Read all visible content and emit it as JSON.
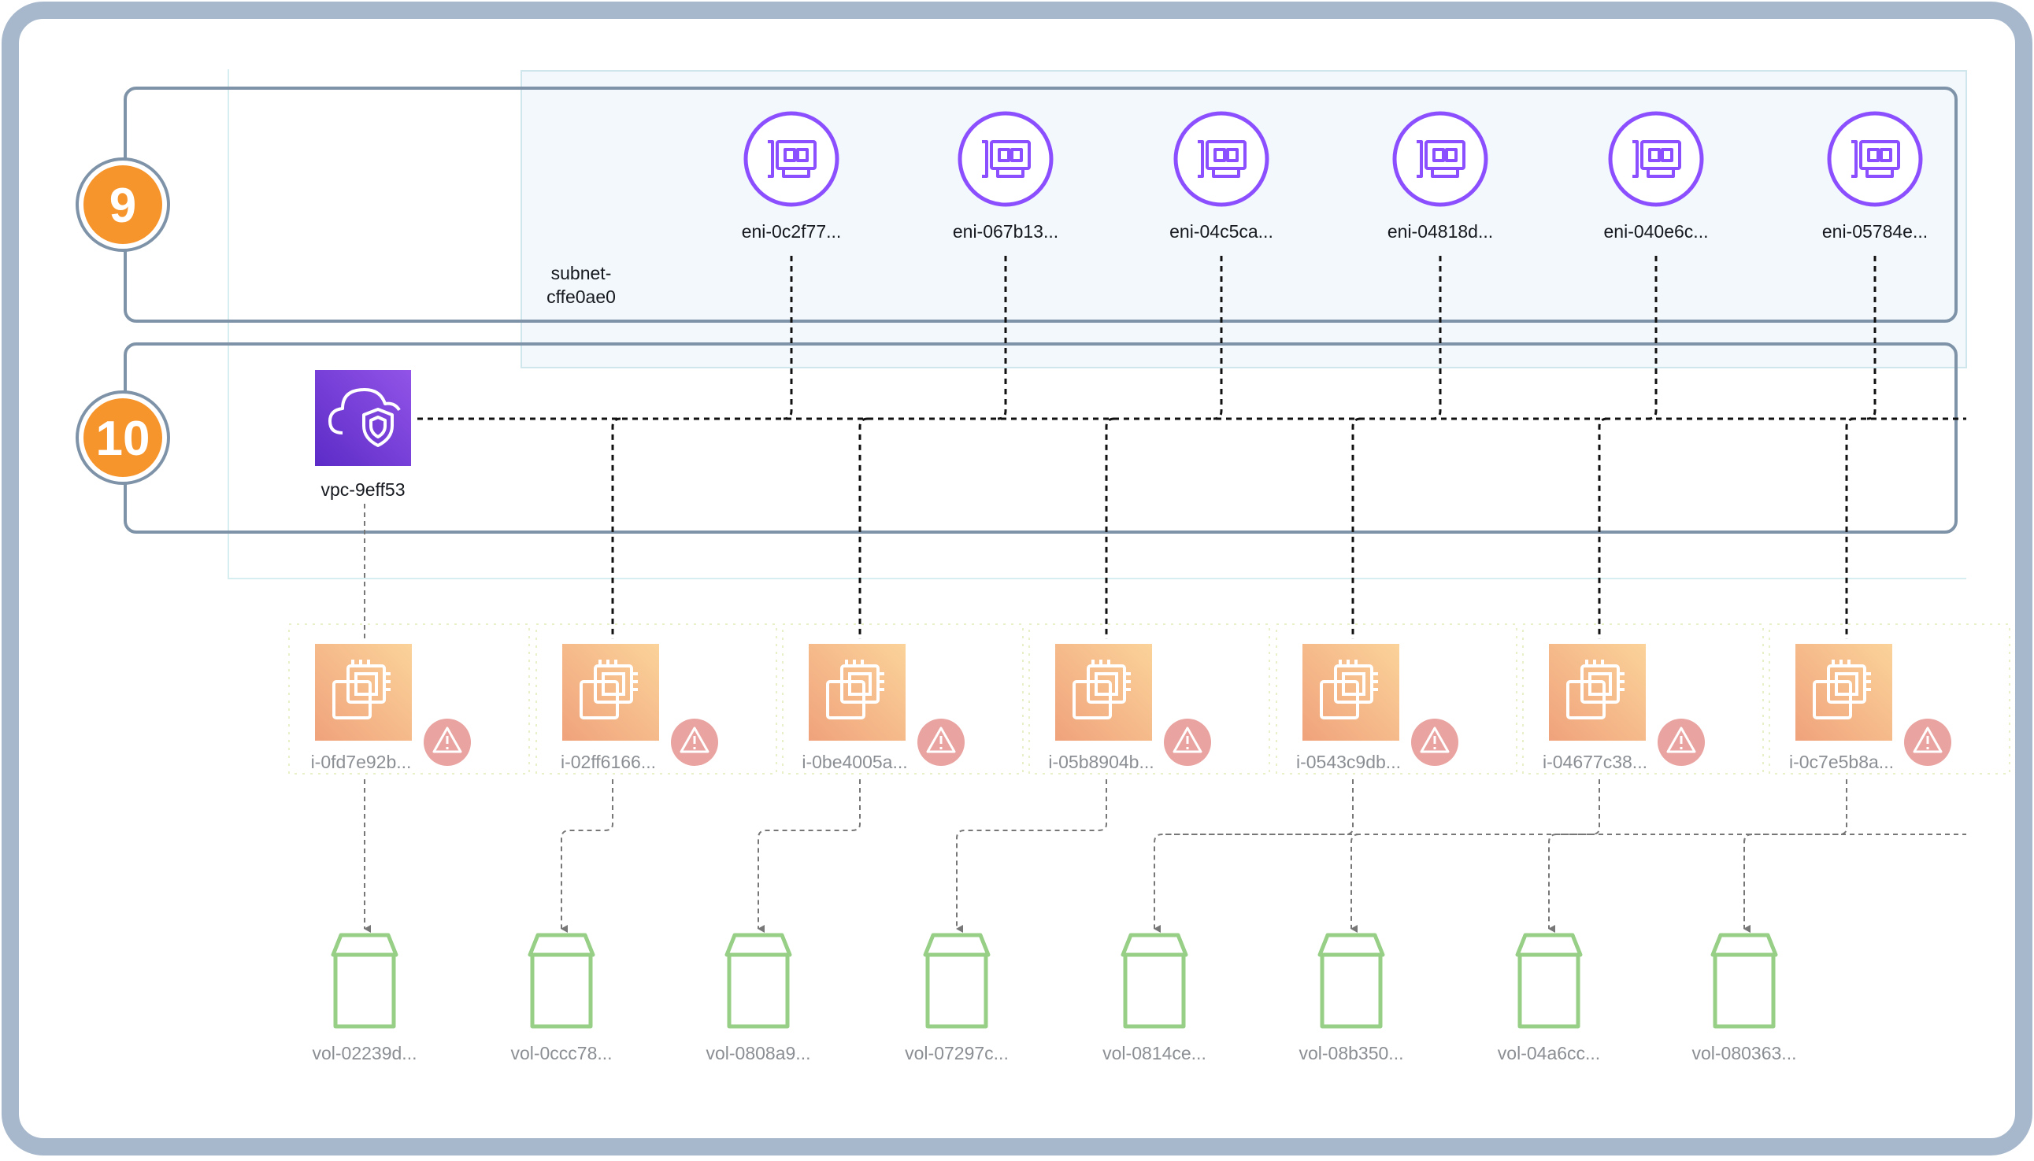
{
  "colors": {
    "frame": "#a7b8cc",
    "group_border": "#7f93a8",
    "subnet_fill": "#f2f8fb",
    "subnet_border": "#cfe6ec",
    "vpc_area_border": "#d6eef0",
    "badge_orange": "#f7952d",
    "eni_purple": "#8c4fff",
    "vpc_icon_top": "#9254e8",
    "vpc_icon_bottom": "#5c2bc7",
    "ec2_light": "#fbd39a",
    "ec2_dark": "#f0a27b",
    "warning_pink": "#e9a3a0",
    "volume_green": "#96cf85",
    "text_dark": "#16191f",
    "text_muted": "#8b8f94"
  },
  "steps": [
    {
      "number": "9"
    },
    {
      "number": "10"
    }
  ],
  "subnet": {
    "label_line1": "subnet-",
    "label_line2": "cffe0ae0"
  },
  "vpc": {
    "label": "vpc-9eff53",
    "icon": "vpc-shield-cloud-icon"
  },
  "network_interfaces": [
    {
      "label": "eni-0c2f77...",
      "icon": "network-interface-icon"
    },
    {
      "label": "eni-067b13...",
      "icon": "network-interface-icon"
    },
    {
      "label": "eni-04c5ca...",
      "icon": "network-interface-icon"
    },
    {
      "label": "eni-04818d...",
      "icon": "network-interface-icon"
    },
    {
      "label": "eni-040e6c...",
      "icon": "network-interface-icon"
    },
    {
      "label": "eni-05784e...",
      "icon": "network-interface-icon"
    }
  ],
  "instances": [
    {
      "label": "i-0fd7e92b...",
      "icon": "ec2-instance-icon",
      "status": "warning"
    },
    {
      "label": "i-02ff6166...",
      "icon": "ec2-instance-icon",
      "status": "warning"
    },
    {
      "label": "i-0be4005a...",
      "icon": "ec2-instance-icon",
      "status": "warning"
    },
    {
      "label": "i-05b8904b...",
      "icon": "ec2-instance-icon",
      "status": "warning"
    },
    {
      "label": "i-0543c9db...",
      "icon": "ec2-instance-icon",
      "status": "warning"
    },
    {
      "label": "i-04677c38...",
      "icon": "ec2-instance-icon",
      "status": "warning"
    },
    {
      "label": "i-0c7e5b8a...",
      "icon": "ec2-instance-icon",
      "status": "warning"
    }
  ],
  "volumes": [
    {
      "label": "vol-02239d...",
      "icon": "ebs-volume-icon"
    },
    {
      "label": "vol-0ccc78...",
      "icon": "ebs-volume-icon"
    },
    {
      "label": "vol-0808a9...",
      "icon": "ebs-volume-icon"
    },
    {
      "label": "vol-07297c...",
      "icon": "ebs-volume-icon"
    },
    {
      "label": "vol-0814ce...",
      "icon": "ebs-volume-icon"
    },
    {
      "label": "vol-08b350...",
      "icon": "ebs-volume-icon"
    },
    {
      "label": "vol-04a6cc...",
      "icon": "ebs-volume-icon"
    },
    {
      "label": "vol-080363...",
      "icon": "ebs-volume-icon"
    }
  ]
}
